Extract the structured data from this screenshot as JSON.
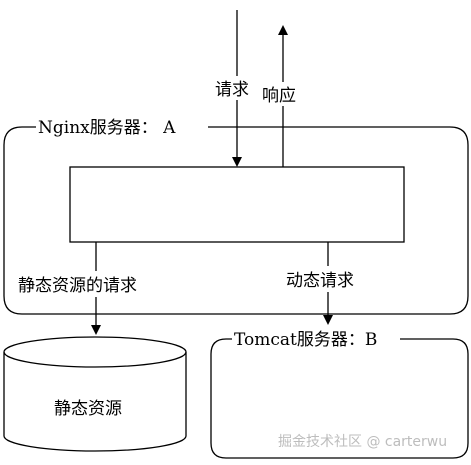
{
  "labels": {
    "request": "请求",
    "response": "响应",
    "nginx_title": "Nginx服务器： A",
    "static_request": "静态资源的请求",
    "dynamic_request": "动态请求",
    "tomcat_title": "Tomcat服务器：B",
    "static_resource": "静态资源"
  },
  "watermark": "掘金技术社区 @ carterwu",
  "colors": {
    "line": "#000000",
    "background": "#ffffff",
    "watermark": "#bdbdbd"
  }
}
